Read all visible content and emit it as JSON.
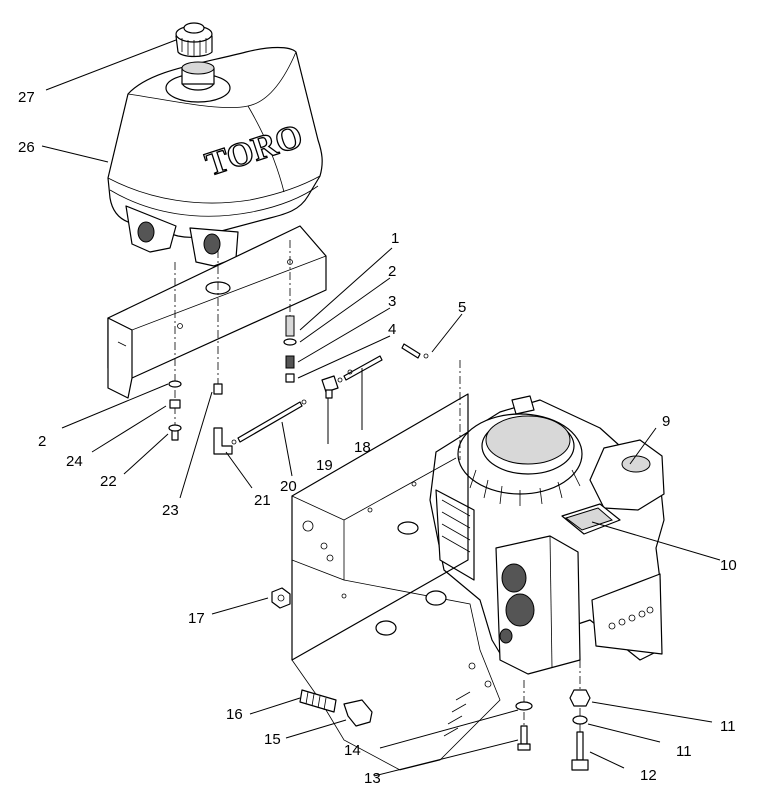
{
  "diagram": {
    "brand_text": "TORO",
    "callouts": [
      {
        "id": "c1",
        "label": "1"
      },
      {
        "id": "c2a",
        "label": "2"
      },
      {
        "id": "c3",
        "label": "3"
      },
      {
        "id": "c4",
        "label": "4"
      },
      {
        "id": "c5",
        "label": "5"
      },
      {
        "id": "c2b",
        "label": "2"
      },
      {
        "id": "c24",
        "label": "24"
      },
      {
        "id": "c22",
        "label": "22"
      },
      {
        "id": "c23",
        "label": "23"
      },
      {
        "id": "c21",
        "label": "21"
      },
      {
        "id": "c20",
        "label": "20"
      },
      {
        "id": "c19",
        "label": "19"
      },
      {
        "id": "c18",
        "label": "18"
      },
      {
        "id": "c9",
        "label": "9"
      },
      {
        "id": "c10",
        "label": "10"
      },
      {
        "id": "c17",
        "label": "17"
      },
      {
        "id": "c16",
        "label": "16"
      },
      {
        "id": "c15",
        "label": "15"
      },
      {
        "id": "c14",
        "label": "14"
      },
      {
        "id": "c13",
        "label": "13"
      },
      {
        "id": "c11a",
        "label": "11"
      },
      {
        "id": "c11b",
        "label": "11"
      },
      {
        "id": "c12",
        "label": "12"
      },
      {
        "id": "c26",
        "label": "26"
      },
      {
        "id": "c27",
        "label": "27"
      }
    ]
  }
}
